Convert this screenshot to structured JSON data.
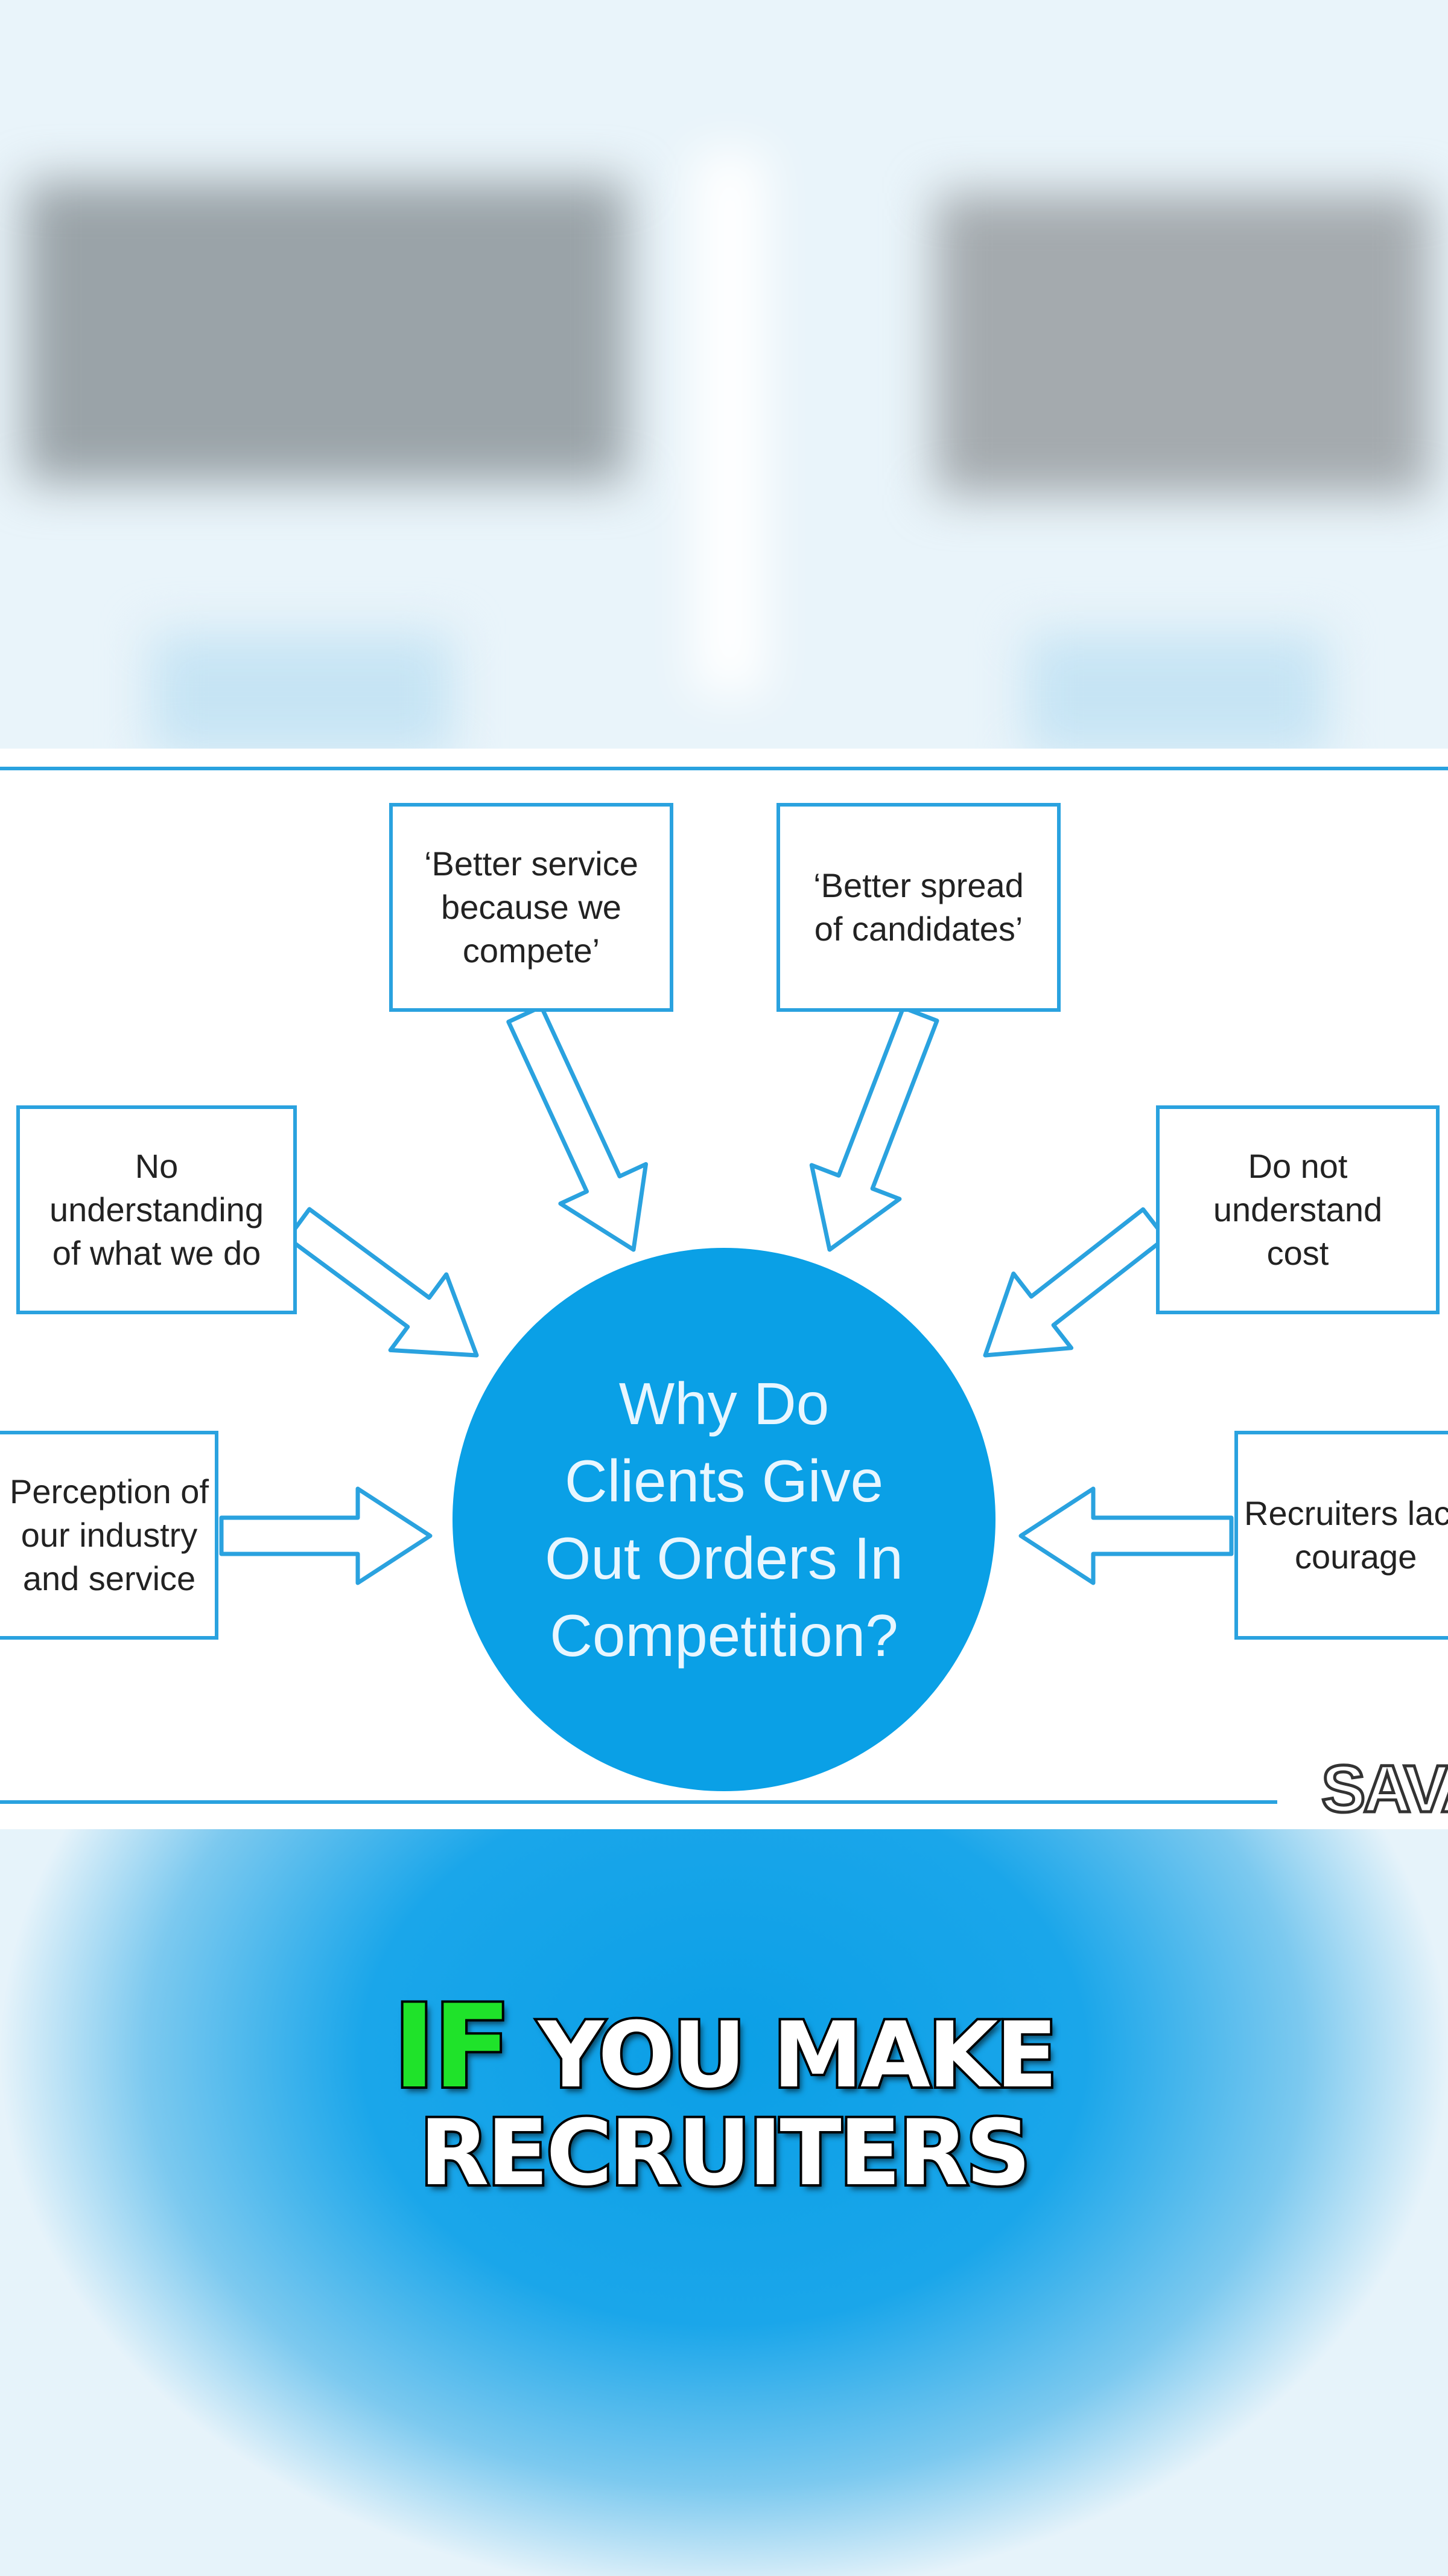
{
  "diagram": {
    "center": "Why Do\nClients Give\nOut Orders In\nCompetition?",
    "boxes": [
      "‘Better service\nbecause we\ncompete’",
      "‘Better spread\nof candidates’",
      "No\nunderstanding\nof what we do",
      "Do not\nunderstand\ncost",
      "Perception of\nour industry\nand service",
      "Recruiters lack\ncourage"
    ],
    "logo": "SAVAGE",
    "accent_color": "#2aa2df",
    "circle_color": "#0aa0e6"
  },
  "caption": {
    "highlight": "IF",
    "line1_rest": "YOU MAKE",
    "line2": "RECRUITERS",
    "highlight_color": "#1fe32a"
  }
}
